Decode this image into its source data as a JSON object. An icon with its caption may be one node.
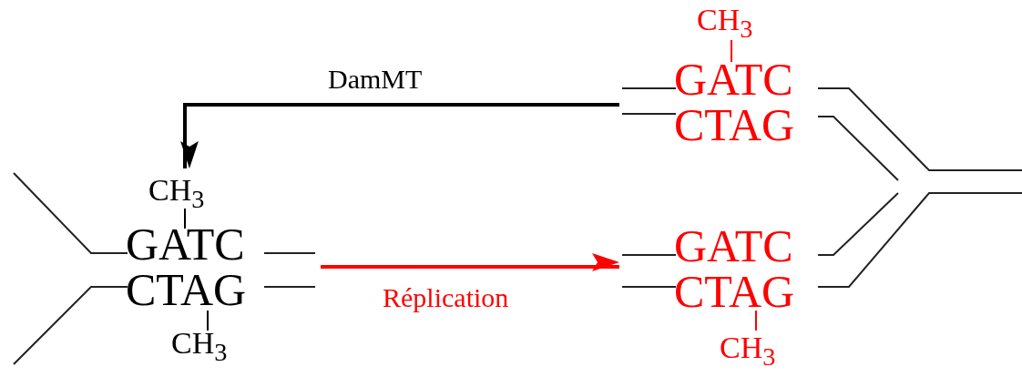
{
  "diagram": {
    "nodes": [
      {
        "text": [
          "CH$_{3}$",
          "GATC",
          "CTAG",
          "CH$_{3}$"
        ]
      },
      {
        "text": [
          "CH$_{3}$",
          "GATC",
          "CTAG"
        ]
      },
      {
        "text": [
          "GATC",
          "CTAG",
          "CH$_{3}$"
        ]
      }
    ],
    "edges": [
      {
        "from": 0,
        "to": 2,
        "arrow": "to",
        "label": "Réplication",
        "color": "#ff0000"
      },
      {
        "from": 1,
        "to": 0,
        "arrow": "to",
        "label": "DamMT",
        "color": "#000000"
      }
    ]
  }
}
